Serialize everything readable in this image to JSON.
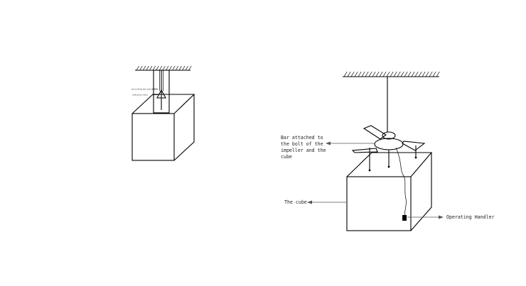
{
  "left_figure": {
    "labels": [
      {
        "id": "tiny-label-1",
        "text": "box holding the motor"
      },
      {
        "id": "tiny-label-2",
        "text": "ceiling fan motor"
      }
    ]
  },
  "right_figure": {
    "labels": {
      "bar": [
        "Bar attached to",
        "the bolt of the",
        "impeller and the",
        "cube"
      ],
      "cube": "The cube",
      "handler": "Operating Handler"
    }
  },
  "colors": {
    "line": "#000000",
    "arrow": "#555555",
    "background": "#ffffff"
  }
}
